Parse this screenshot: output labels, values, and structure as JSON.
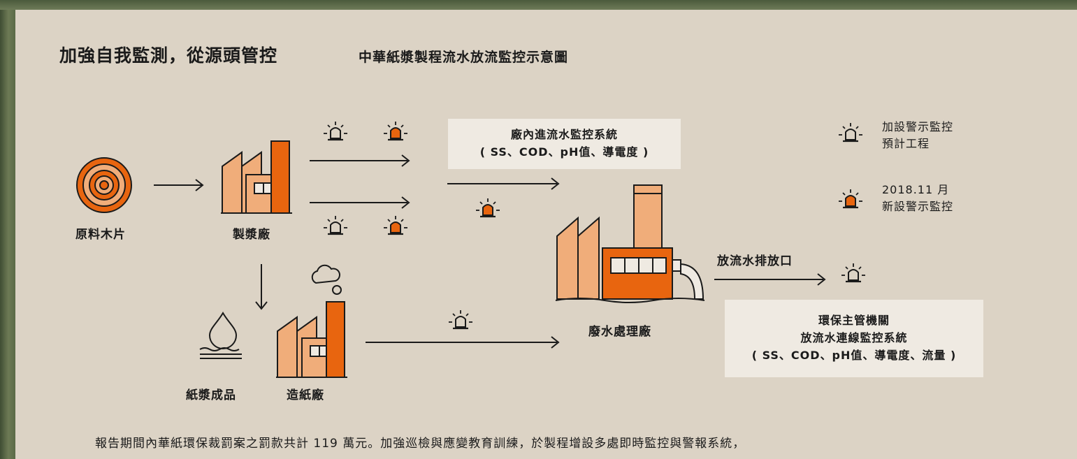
{
  "header": {
    "title": "加強自我監測，從源頭管控",
    "subtitle": "中華紙漿製程流水放流監控示意圖"
  },
  "nodes": {
    "raw_material": "原料木片",
    "pulp_mill": "製漿廠",
    "pulp_product": "紙漿成品",
    "paper_mill": "造紙廠",
    "wastewater_plant": "廢水處理廠",
    "discharge_outlet": "放流水排放口"
  },
  "boxes": {
    "inflow": {
      "line1": "廠內進流水監控系統",
      "line2": "( SS、COD、pH值、導電度 )"
    },
    "epa": {
      "line1": "環保主管機關",
      "line2": "放流水連線監控系統",
      "line3": "( SS、COD、pH值、導電度、流量 )"
    }
  },
  "legend": {
    "planned": {
      "line1": "加設警示監控",
      "line2": "預計工程",
      "icon": "alarm-outline-icon"
    },
    "new": {
      "line1": "2018.11 月",
      "line2": "新設警示監控",
      "icon": "alarm-filled-icon"
    }
  },
  "footer": {
    "text": "報告期間內華紙環保裁罰案之罰款共計 119 萬元。加強巡檢與應變教育訓練，於製程增設多處即時監控與警報系統，"
  },
  "colors": {
    "background": "#dcd3c5",
    "orange": "#e8650f",
    "light_orange": "#f0ad7a",
    "box": "#efeae2",
    "ink": "#1a1a1a"
  }
}
